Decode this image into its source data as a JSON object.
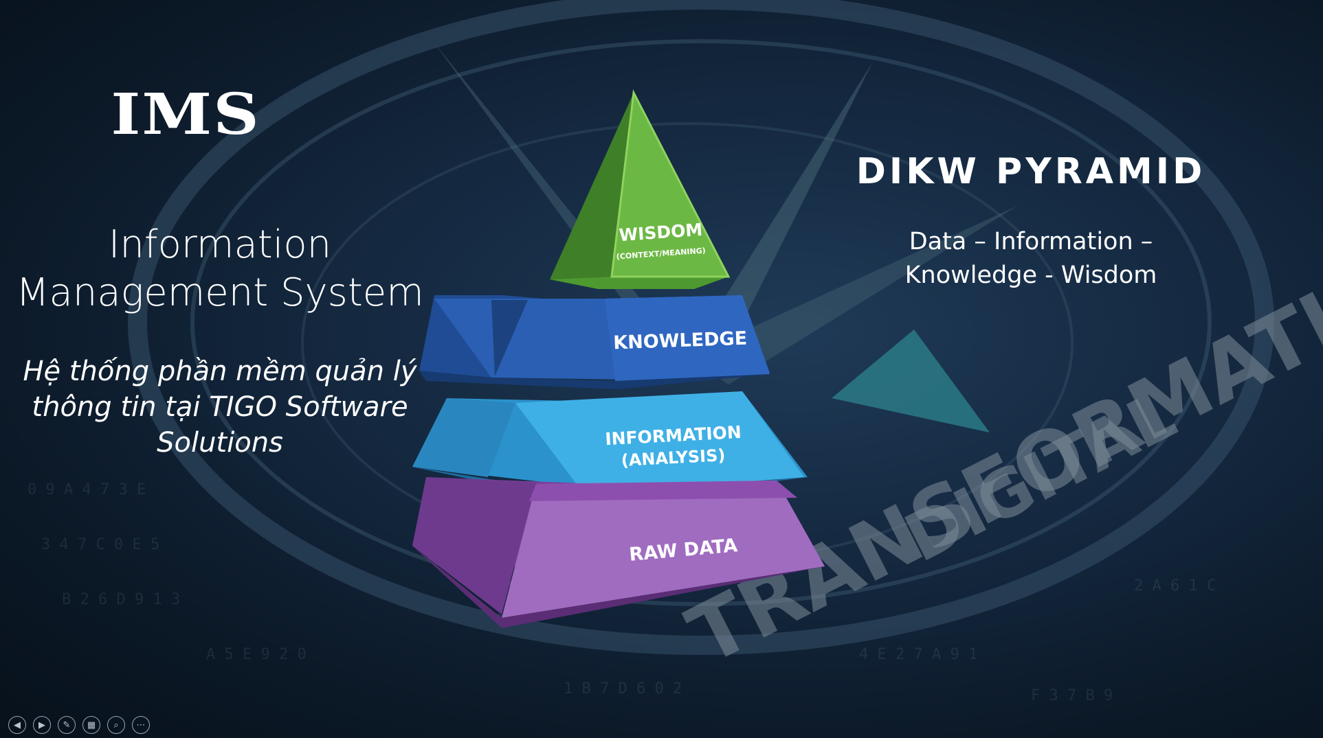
{
  "slide": {
    "logo": "IMS",
    "system_title": "Information Management System",
    "system_subtitle": "Hệ thống phần mềm quản lý thông tin tại TIGO Software Solutions",
    "dikw_title": "DIKW PYRAMID",
    "dikw_subtitle": "Data – Information – Knowledge - Wisdom"
  },
  "pyramid": {
    "wisdom": {
      "label": "WISDOM",
      "sublabel": "(CONTEXT/MEANING)",
      "color": "#5aa83a"
    },
    "knowledge": {
      "label": "KNOWLEDGE",
      "color": "#2a5fb3"
    },
    "information": {
      "label": "INFORMATION",
      "sublabel": "(ANALYSIS)",
      "color": "#35a6df"
    },
    "raw_data": {
      "label": "RAW DATA",
      "color": "#9a5cb4"
    }
  },
  "background": {
    "text_1": "DIGITAL",
    "text_2": "TRANSFORMATION"
  },
  "controls": {
    "prev_icon": "◀",
    "next_icon": "▶",
    "pen_icon": "✎",
    "slides_icon": "▦",
    "zoom_icon": "⌕",
    "more_icon": "⋯"
  }
}
